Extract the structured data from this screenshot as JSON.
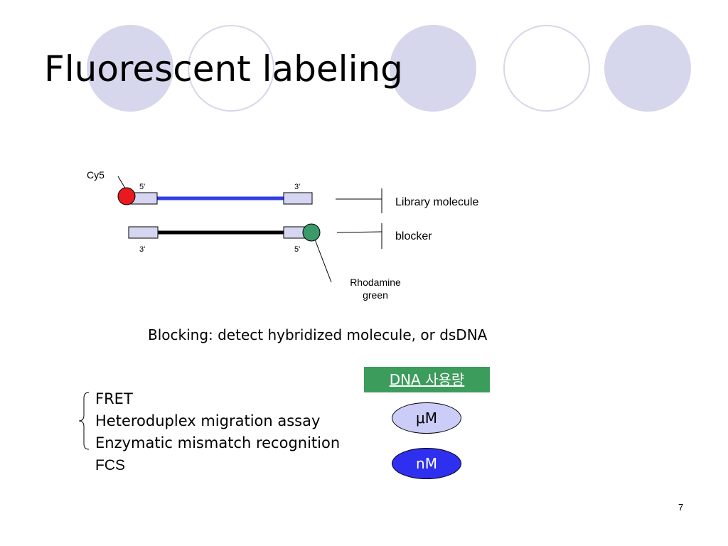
{
  "slide": {
    "title": "Fluorescent labeling",
    "page_number": "7"
  },
  "diagram": {
    "cy5_label": "Cy5",
    "library_five_prime": "5'",
    "library_three_prime": "3'",
    "blocker_three_prime": "3'",
    "blocker_five_prime": "5'",
    "library_label": "Library molecule",
    "blocker_label": "blocker",
    "rhodamine_line1": "Rhodamine",
    "rhodamine_line2": "green",
    "colors": {
      "library_strand": "#2f3fe0",
      "blocker_strand": "#000000",
      "cy5": "#e8191f",
      "rhodamine": "#3a9a6a",
      "end_box": "#d6d6f2"
    }
  },
  "caption": "Blocking: detect hybridized molecule, or dsDNA",
  "methods": [
    "FRET",
    "Heteroduplex migration assay",
    "Enzymatic mismatch recognition",
    "FCS"
  ],
  "dna_usage": {
    "header": "DNA 사용량",
    "micro": "μM",
    "nano": "nM",
    "colors": {
      "header_bg": "#3c9c5c",
      "micro_bg": "#ccccf8",
      "nano_bg": "#2f2ff0"
    }
  }
}
